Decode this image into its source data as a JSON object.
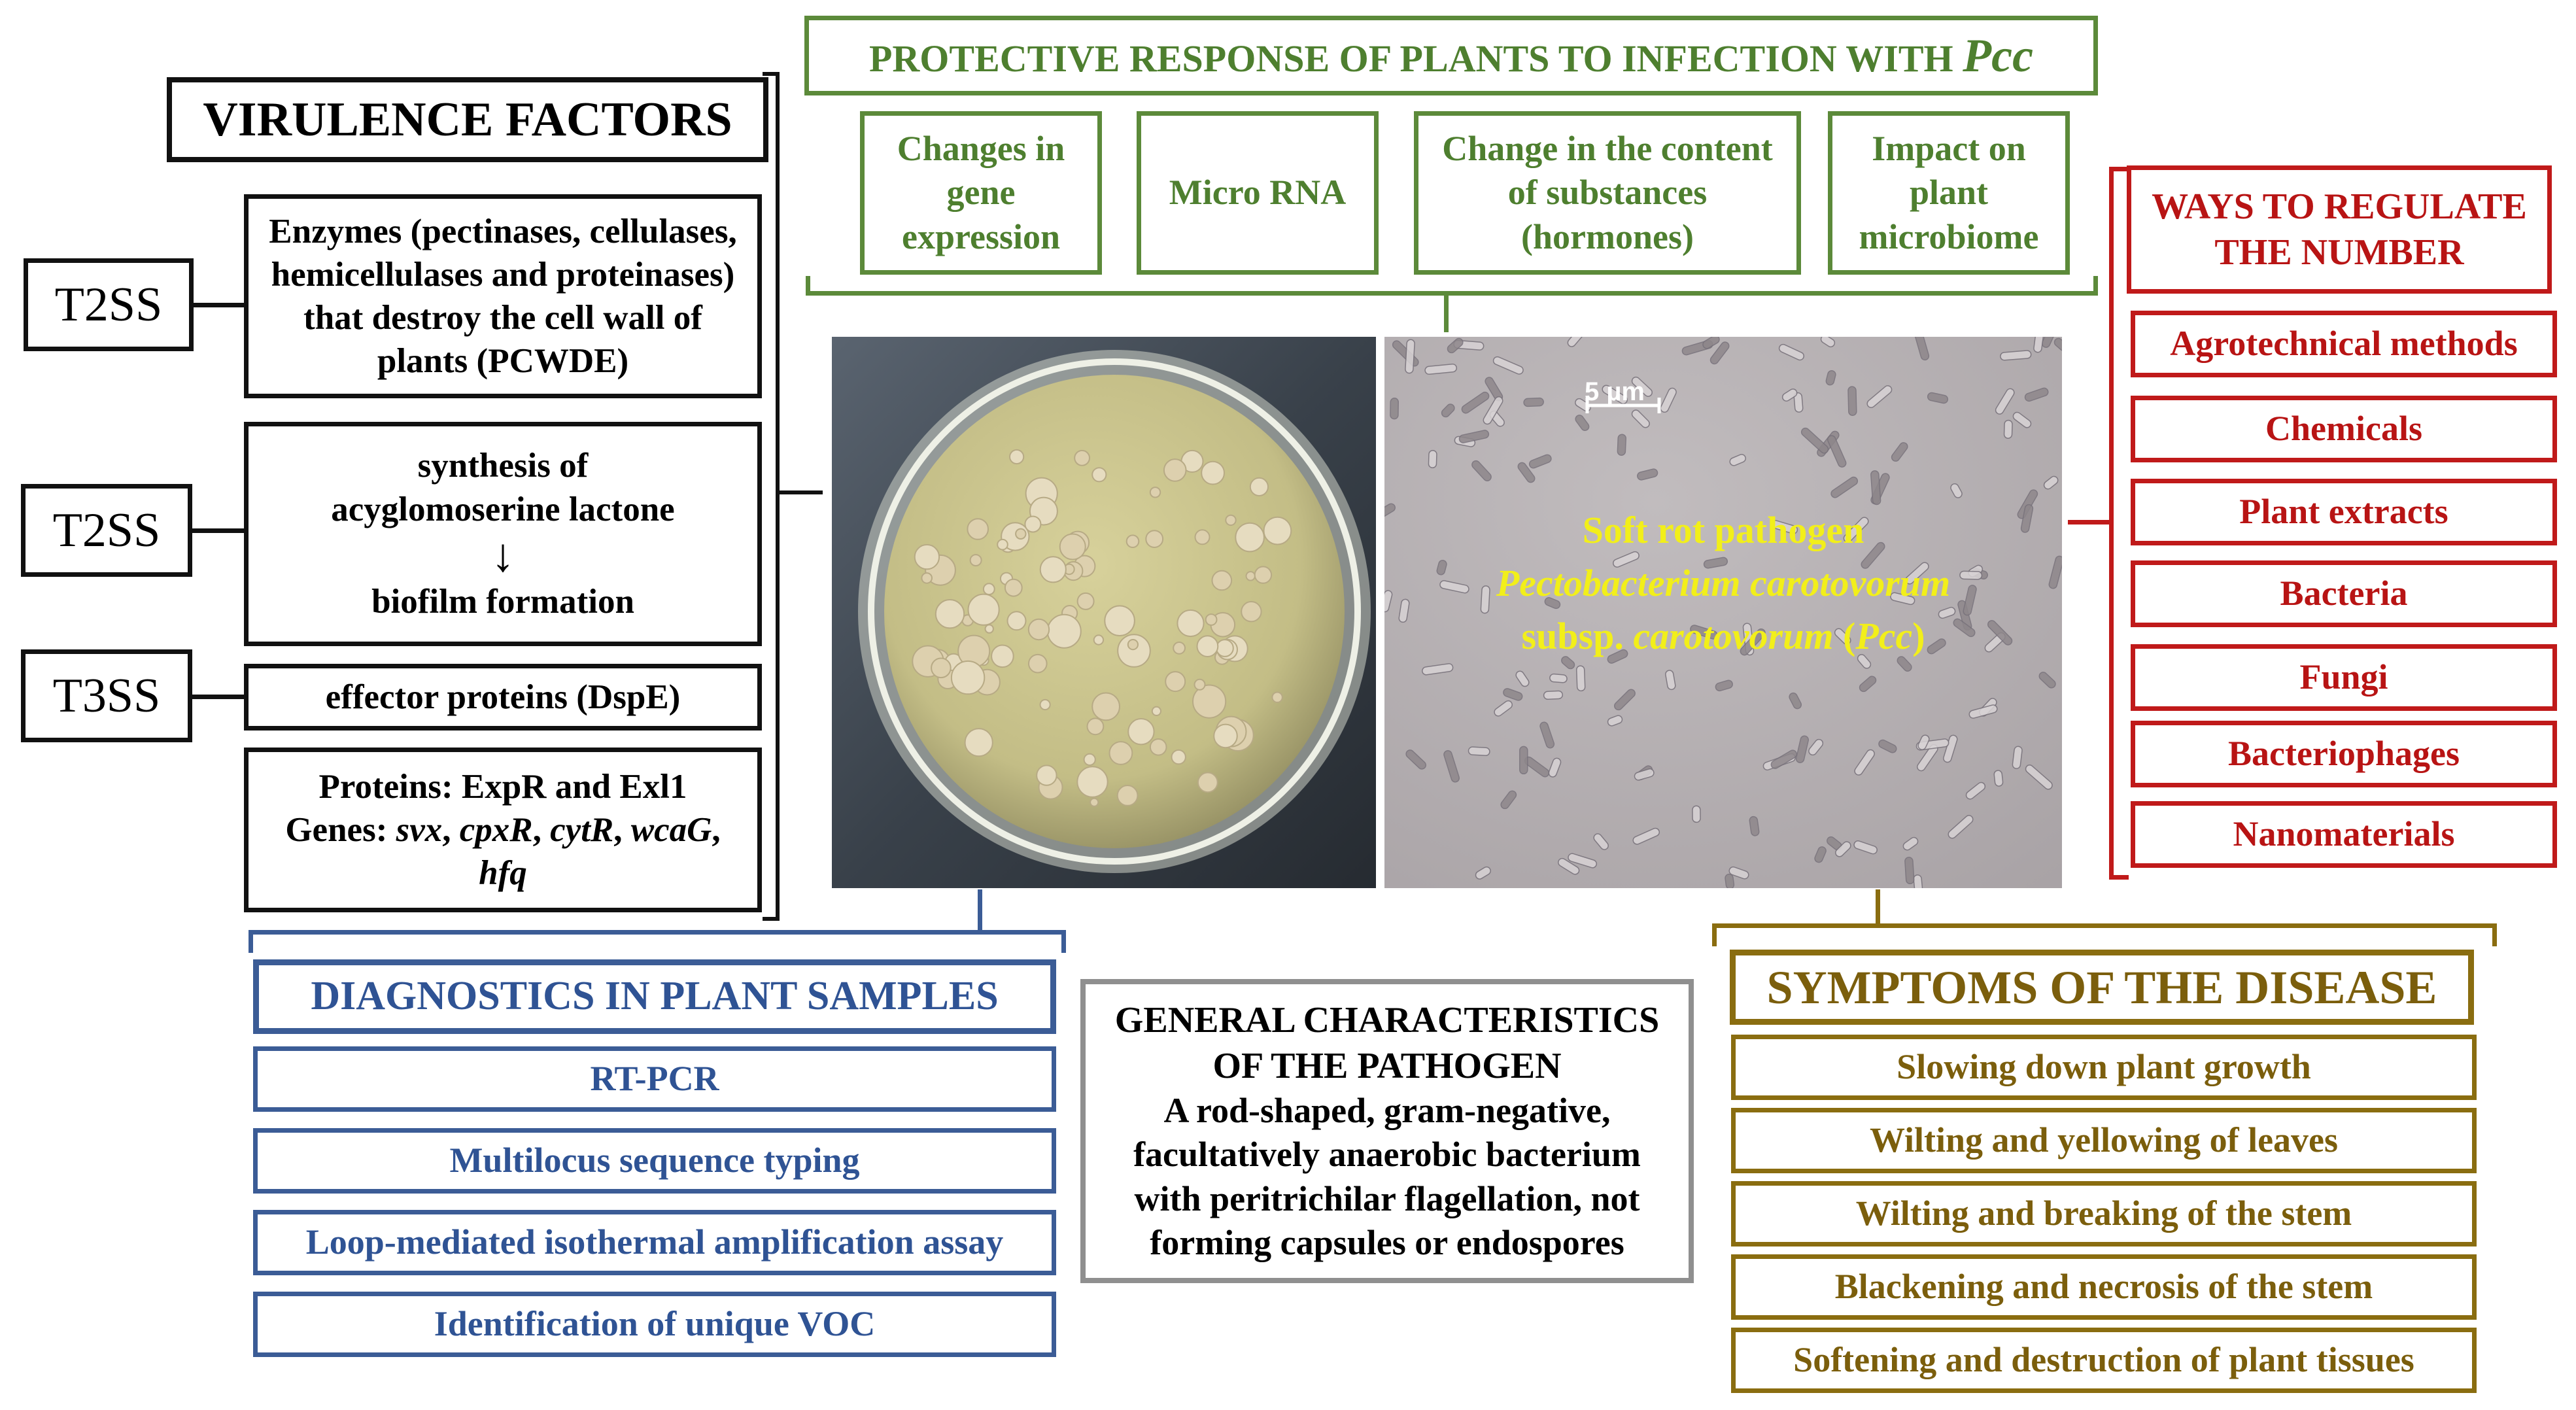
{
  "virulence": {
    "title": "VIRULENCE FACTORS",
    "t2ss_1": "T2SS",
    "t2ss_2": "T2SS",
    "t3ss": "T3SS",
    "enzymes": "Enzymes (pectinases, cellulases, hemicellulases and proteinases) that destroy the cell wall of plants (PCWDE)",
    "synthesis_1": "synthesis of",
    "synthesis_2": "acyglomoserine lactone",
    "arrow": "↓",
    "biofilm": "biofilm formation",
    "effector": "effector proteins (DspE)",
    "proteins": "Proteins: ExpR and Exl1",
    "genes_label": "Genes: ",
    "gene_svx": "svx",
    "gene_cpxr": "cpxR",
    "gene_cytr": "cytR",
    "gene_wcag": "wcaG",
    "gene_hfq": "hfq",
    "comma": ", "
  },
  "protective": {
    "title": "PROTECTIVE RESPONSE OF PLANTS TO INFECTION WITH ",
    "title_italic": "Pcc",
    "items": [
      "Changes in gene expression",
      "Micro RNA",
      "Change in the content of substances (hormones)",
      "Impact on plant microbiome"
    ]
  },
  "ways": {
    "title": "WAYS TO REGULATE THE NUMBER",
    "items": [
      "Agrotechnical methods",
      "Chemicals",
      "Plant extracts",
      "Bacteria",
      "Fungi",
      "Bacteriophages",
      "Nanomaterials"
    ]
  },
  "microscope": {
    "scale": "5 µm",
    "line1": "Soft rot pathogen",
    "line2": "Pectobacterium carotovorum",
    "line3a": "subsp. ",
    "line3b": "carotovorum",
    "line3c": " (",
    "line3d": "Pcc",
    "line3e": ")"
  },
  "diagnostics": {
    "title": "DIAGNOSTICS IN PLANT SAMPLES",
    "items": [
      "RT-PCR",
      "Multilocus sequence typing",
      "Loop-mediated isothermal amplification assay",
      "Identification of unique VOC"
    ]
  },
  "general": {
    "title": "GENERAL CHARACTERISTICS OF THE PATHOGEN",
    "text": "A rod-shaped, gram-negative, facultatively anaerobic bacterium with peritrichilar flagellation, not forming capsules or endospores"
  },
  "symptoms": {
    "title": "SYMPTOMS OF THE DISEASE",
    "items": [
      "Slowing down plant growth",
      "Wilting and yellowing of leaves",
      "Wilting and breaking of the stem",
      "Blackening and necrosis of the stem",
      "Softening and destruction of plant tissues"
    ]
  },
  "colors": {
    "black": "#111111",
    "green": "#4e7f2f",
    "red": "#b81414",
    "blue": "#2f5394",
    "gold": "#7b5e0c",
    "gray": "#8f8f8f",
    "yellow_label": "#f2ef1a"
  }
}
